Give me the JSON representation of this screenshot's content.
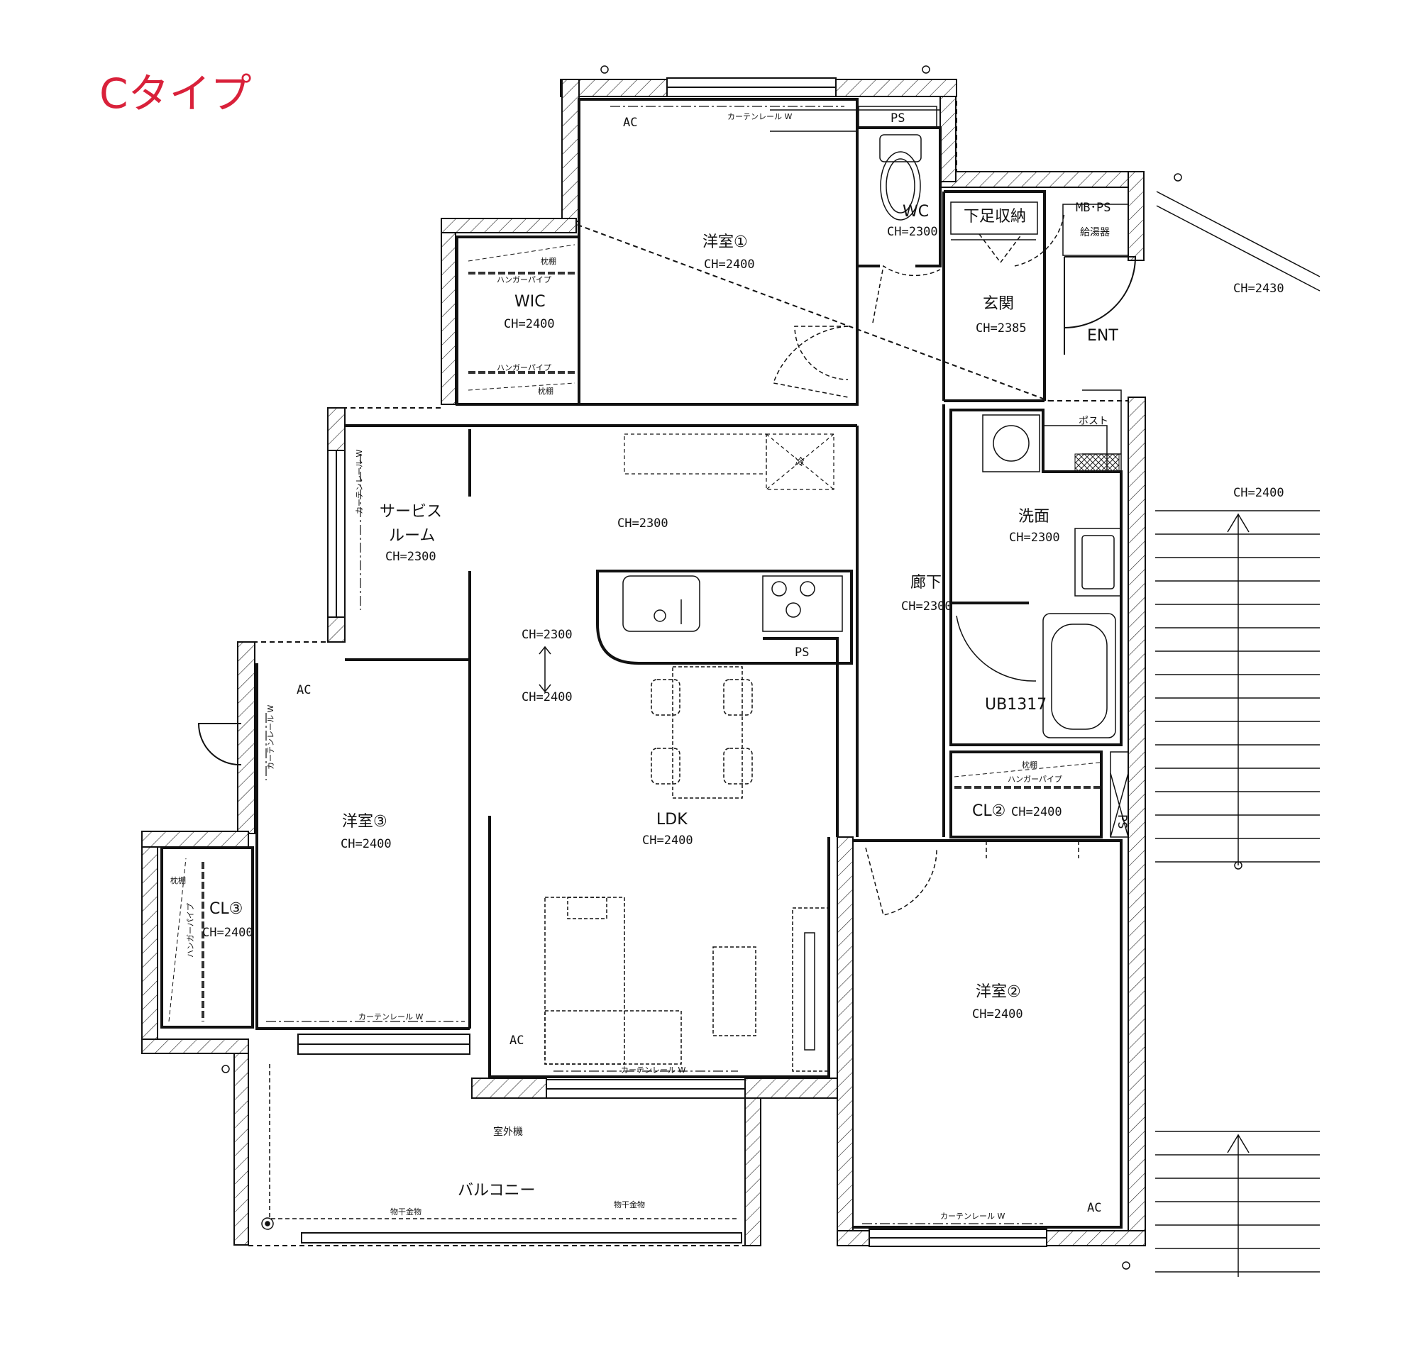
{
  "title": "Cタイプ",
  "rooms": {
    "yoshitsu1": {
      "name": "洋室①",
      "ch": "CH=2400"
    },
    "yoshitsu2": {
      "name": "洋室②",
      "ch": "CH=2400"
    },
    "yoshitsu3": {
      "name": "洋室③",
      "ch": "CH=2400"
    },
    "wic": {
      "name": "WIC",
      "ch": "CH=2400"
    },
    "wc": {
      "name": "WC",
      "ch": "CH=2300"
    },
    "genkan": {
      "name": "玄関",
      "ch": "CH=2385"
    },
    "service": {
      "name1": "サービス",
      "name2": "ルーム",
      "ch": "CH=2300"
    },
    "kitchen_ch": "CH=2300",
    "ldk": {
      "name": "LDK",
      "ch": "CH=2400"
    },
    "ldk_step_upper": "CH=2300",
    "ldk_step_lower": "CH=2400",
    "senmen": {
      "name": "洗面",
      "ch": "CH=2300"
    },
    "rouka": {
      "name": "廊下",
      "ch": "CH=2300"
    },
    "ub": {
      "name": "UB1317"
    },
    "cl2": {
      "name": "CL②",
      "ch": "CH=2400"
    },
    "cl3": {
      "name": "CL③",
      "ch": "CH=2400"
    },
    "balcony": {
      "name": "バルコニー"
    }
  },
  "labels": {
    "ac": "AC",
    "ps": "PS",
    "mbps": "MB･PS",
    "kyutouki": "給湯器",
    "getabako": "下足収納",
    "ent": "ENT",
    "post": "ポスト",
    "makuradana": "枕棚",
    "hanger": "ハンガーパイプ",
    "curtain": "カーテンレール W",
    "shitsugaiki": "室外機",
    "monohoshi": "物干金物",
    "rei": "冷",
    "outside_upper": "CH=2430",
    "outside_lower": "CH=2400"
  }
}
